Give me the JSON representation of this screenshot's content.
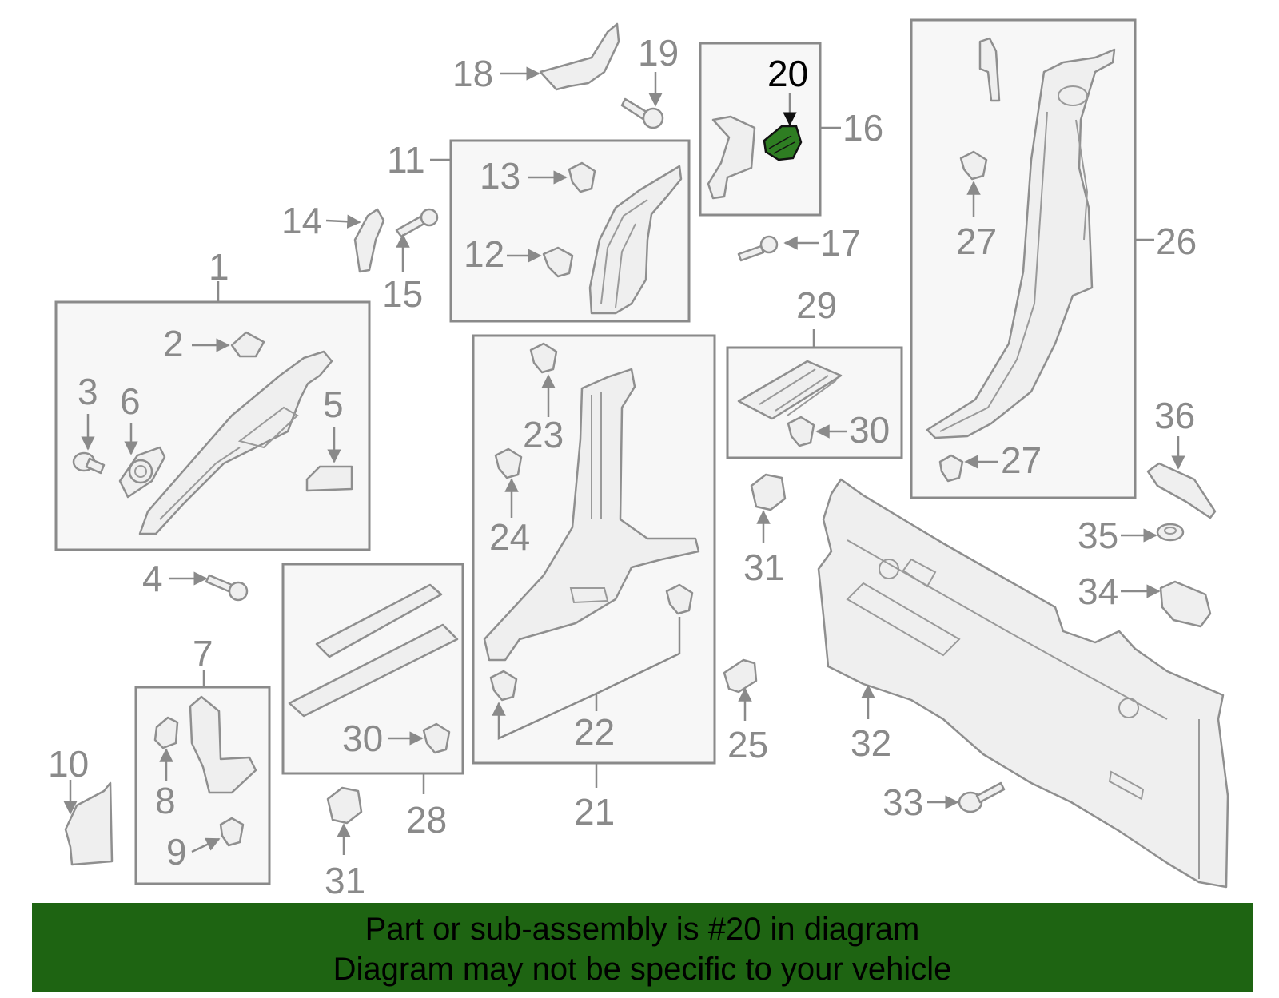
{
  "diagram": {
    "highlighted_part": "20",
    "callouts": [
      "1",
      "2",
      "3",
      "4",
      "5",
      "6",
      "7",
      "8",
      "9",
      "10",
      "11",
      "12",
      "13",
      "14",
      "15",
      "16",
      "17",
      "18",
      "19",
      "20",
      "21",
      "22",
      "23",
      "24",
      "25",
      "26",
      "27",
      "27",
      "28",
      "29",
      "30",
      "30",
      "31",
      "31",
      "32",
      "33",
      "34",
      "35",
      "36"
    ],
    "colors": {
      "highlight": "#2e7d22",
      "banner": "#1e6412",
      "line": "#8a8a8a"
    }
  },
  "banner": {
    "line1": "Part or sub-assembly is #20 in diagram",
    "line2": "Diagram may not be specific to your vehicle"
  }
}
